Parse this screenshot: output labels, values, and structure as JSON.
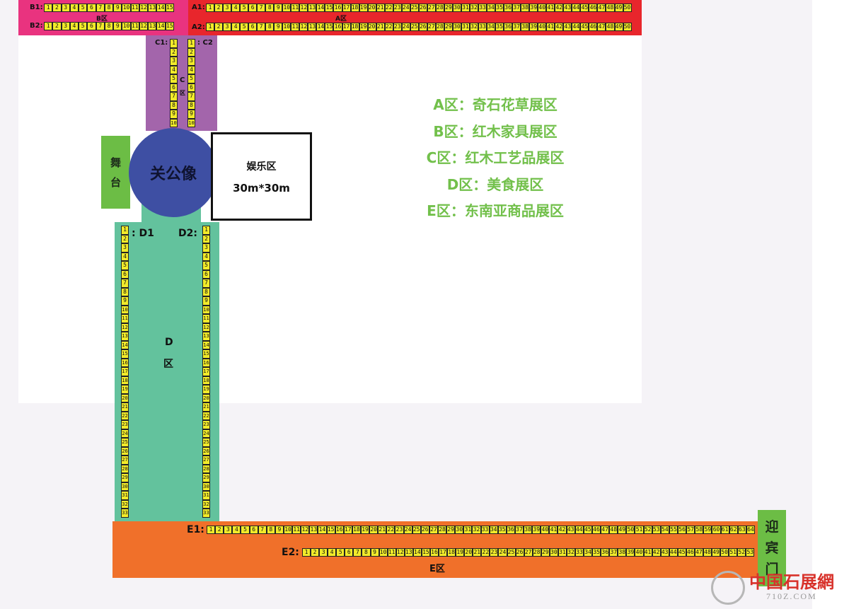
{
  "zones": {
    "a": {
      "label": "A区",
      "row1_label": "A1:",
      "row2_label": "A2:",
      "count": 50
    },
    "b": {
      "label": "B区",
      "row1_label": "B1:",
      "row2_label": "B2:",
      "count": 15
    },
    "c": {
      "label_c": "C",
      "label_qu": "区",
      "col1_label": "C1:",
      "col2_label": ": C2",
      "count": 10
    },
    "d": {
      "label_d": "D",
      "label_qu": "区",
      "col1_label": ": D1",
      "col2_label": "D2:",
      "count": 33
    },
    "e": {
      "label": "E区",
      "row1_label": "E1:",
      "row2_label": "E2:",
      "row1_count": 64,
      "row2_count": 53
    }
  },
  "stage": {
    "chars": [
      "舞",
      "台"
    ]
  },
  "statue": {
    "label": "关公像"
  },
  "entertainment": {
    "label": "娱乐区",
    "size": "30m*30m"
  },
  "gate": {
    "chars": [
      "迎",
      "宾",
      "门"
    ]
  },
  "legend": [
    "A区：奇石花草展区",
    "B区：红木家具展区",
    "C区：红木工艺品展区",
    "D区：美食展区",
    "E区：东南亚商品展区"
  ],
  "watermark": {
    "name": "中国石展網",
    "url": "710Z.COM"
  },
  "colors": {
    "zone_a": "#e8262c",
    "zone_b": "#e9337f",
    "zone_c": "#a365ab",
    "zone_d": "#63c29d",
    "zone_e": "#f0702a",
    "booth": "#f2eb2a",
    "statue": "#3e4fa3",
    "green_blocks": "#6cbd45",
    "legend_text": "#72c04b"
  }
}
